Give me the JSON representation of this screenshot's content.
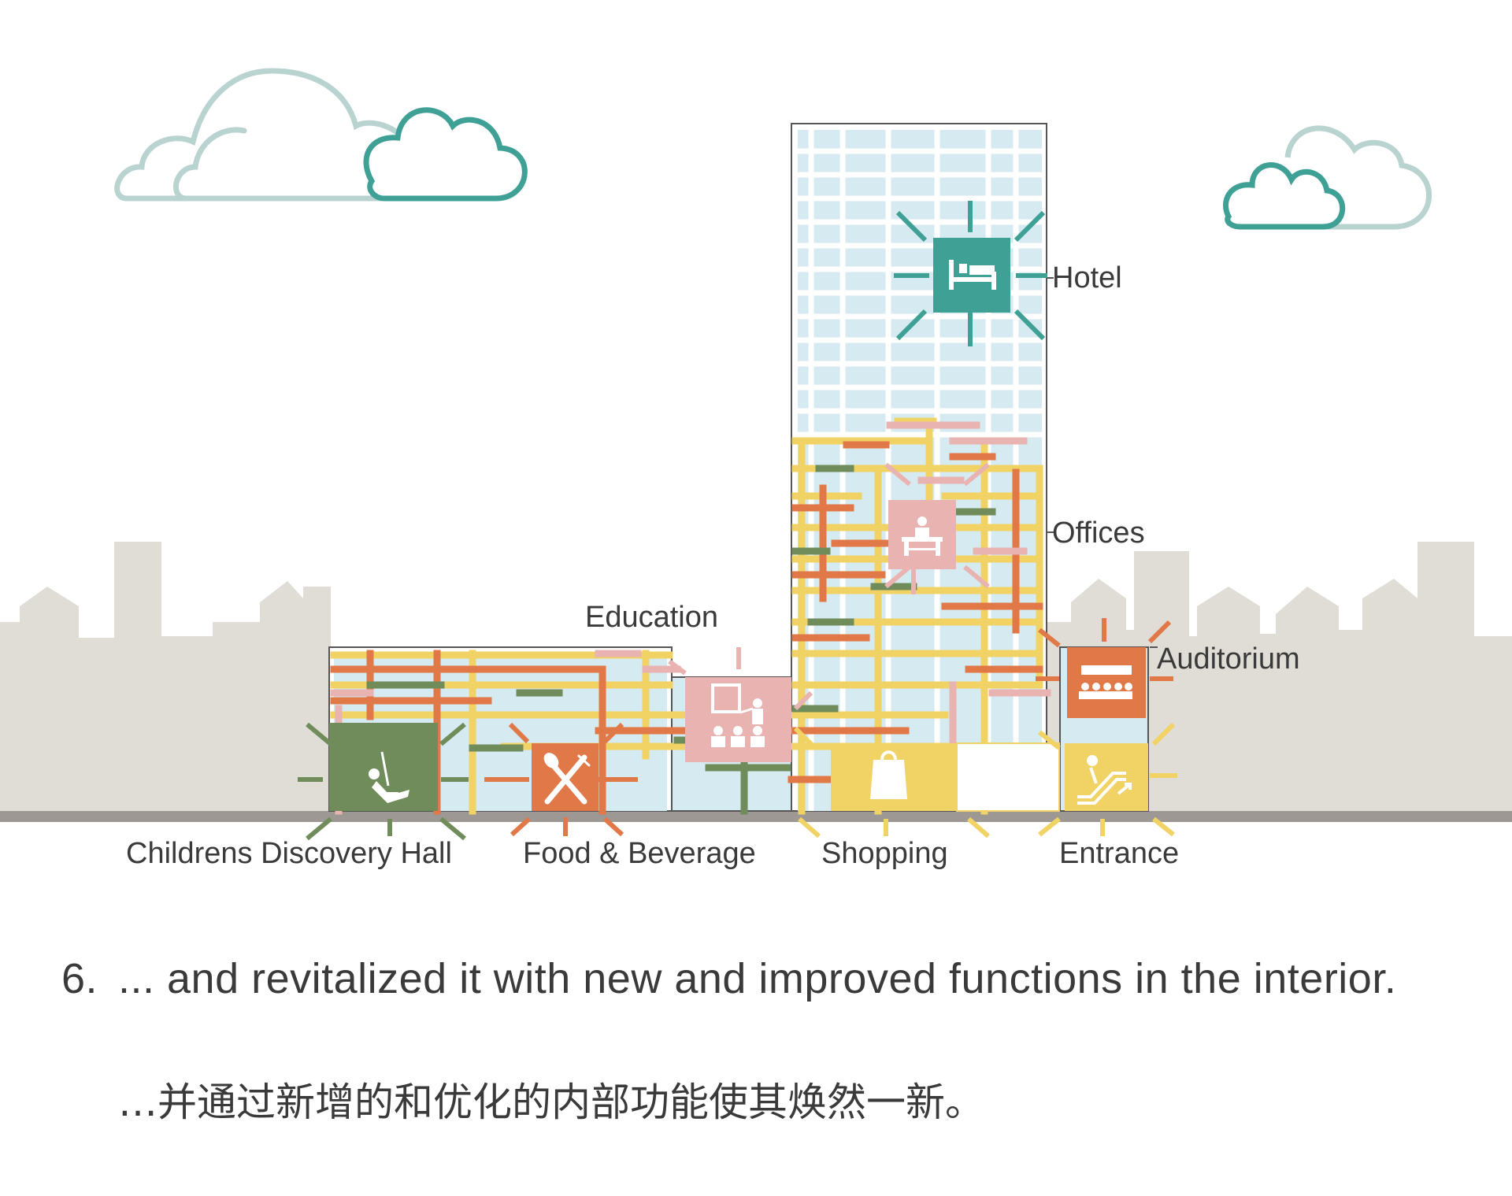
{
  "labels": {
    "hotel": "Hotel",
    "offices": "Offices",
    "education": "Education",
    "auditorium": "Auditorium",
    "childrens": "Childrens Discovery Hall",
    "food": "Food & Beverage",
    "shopping": "Shopping",
    "entrance": "Entrance"
  },
  "caption": {
    "number": "6.",
    "english": "... and revitalized it with new and improved functions in the interior.",
    "chinese": "…并通过新增的和优化的内部功能使其焕然一新。"
  },
  "icons": {
    "hotel": "bed-icon",
    "offices": "office-desk-icon",
    "education": "classroom-icon",
    "auditorium": "auditorium-seats-icon",
    "childrens": "swing-icon",
    "food": "fork-spoon-icon",
    "shopping": "shopping-bag-icon",
    "entrance": "escalator-icon"
  },
  "colors": {
    "hotel": "#3fa095",
    "offices": "#e8b3b1",
    "education": "#e8b3b1",
    "auditorium": "#e07848",
    "childrens": "#6f8c5a",
    "food": "#e07848",
    "shopping": "#f1d264",
    "entrance": "#f1d264",
    "glass": "#d6eaf1",
    "skyline": "#e0ddd6",
    "ground": "#9d9893",
    "cloud_light": "#b9d3d0",
    "cloud_dark": "#3fa095"
  }
}
